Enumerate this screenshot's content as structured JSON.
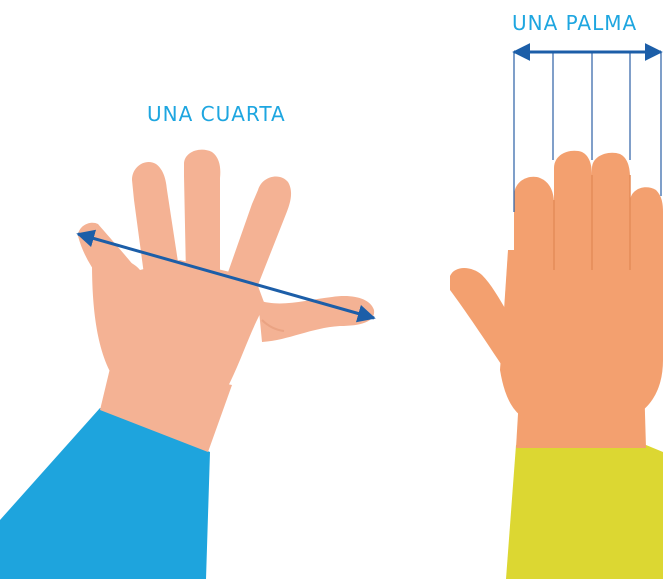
{
  "labels": {
    "cuarta": "UNA CUARTA",
    "palma": "UNA PALMA"
  },
  "colors": {
    "label_text": "#1ea6e0",
    "arrow": "#1c5ea8",
    "left_skin": "#f4b294",
    "right_skin": "#f3a06f",
    "left_sleeve": "#1ea4dd",
    "right_sleeve": "#dcd732",
    "finger_guide": "#2a5fa5"
  },
  "icons": [
    "spread-hand-illustration",
    "flat-hand-illustration",
    "double-arrow-icon"
  ]
}
